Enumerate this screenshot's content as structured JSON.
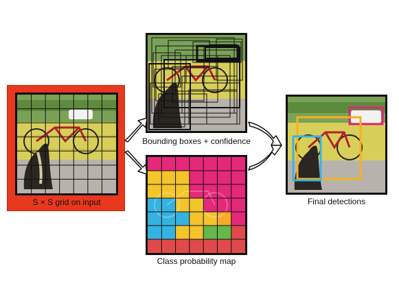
{
  "captions": {
    "grid": "S × S grid on input",
    "boxes": "Bounding boxes + confidence",
    "probmap": "Class probability map",
    "detections": "Final detections"
  },
  "grid_size": 7,
  "class_map": [
    [
      "magenta",
      "magenta",
      "magenta",
      "magenta",
      "magenta",
      "magenta",
      "magenta"
    ],
    [
      "yellow",
      "yellow",
      "yellow",
      "magenta",
      "magenta",
      "magenta",
      "magenta"
    ],
    [
      "yellow",
      "yellow",
      "yellow",
      "magenta",
      "magenta",
      "magenta",
      "magenta"
    ],
    [
      "cyan",
      "cyan",
      "yellow",
      "yellow",
      "magenta",
      "magenta",
      "magenta"
    ],
    [
      "cyan",
      "cyan",
      "cyan",
      "yellow",
      "yellow",
      "orange",
      "magenta"
    ],
    [
      "cyan",
      "cyan",
      "yellow",
      "yellow",
      "green",
      "green",
      "red"
    ],
    [
      "red",
      "red",
      "red",
      "red",
      "red",
      "red",
      "red"
    ]
  ],
  "colors": {
    "magenta": "#e4287a",
    "yellow": "#f4c52a",
    "cyan": "#35b3e0",
    "orange": "#f7a929",
    "green": "#66b84a",
    "red": "#e04a4a",
    "highlight": "#e8381e",
    "det_car": "#e0247a",
    "det_bike": "#f6b21e",
    "det_dog": "#3cb2e2"
  }
}
